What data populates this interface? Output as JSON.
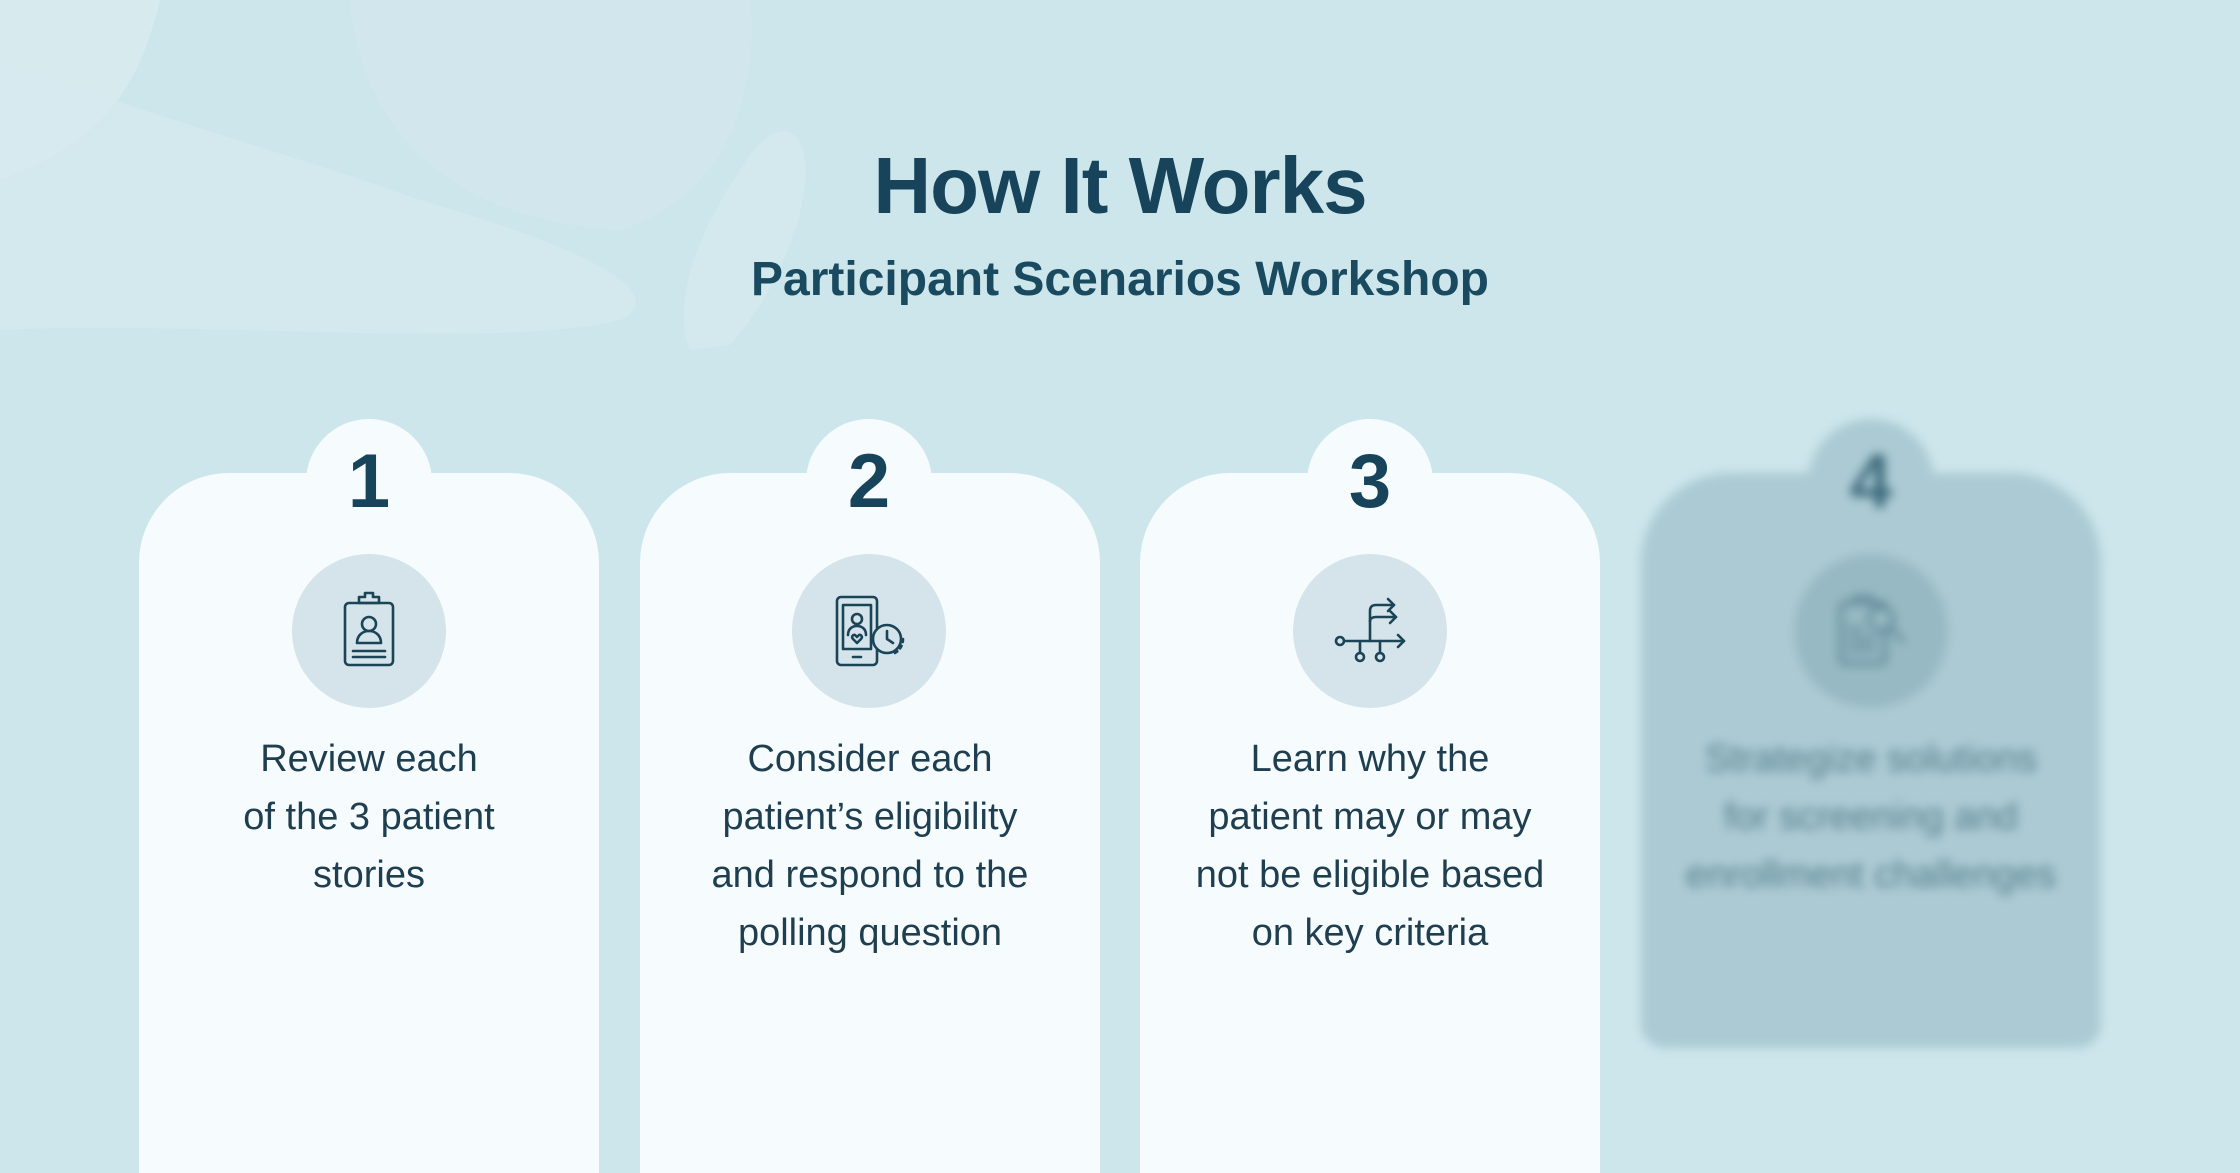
{
  "header": {
    "title": "How It Works",
    "subtitle": "Participant Scenarios Workshop"
  },
  "steps": [
    {
      "number": "1",
      "icon": "clipboard-patient-icon",
      "lines": [
        "Review each",
        "of the 3 patient",
        "stories"
      ]
    },
    {
      "number": "2",
      "icon": "tablet-clock-icon",
      "lines": [
        "Consider each",
        "patient’s eligibility",
        "and respond to the",
        "polling question"
      ]
    },
    {
      "number": "3",
      "icon": "branching-paths-icon",
      "lines": [
        "Learn why the",
        "patient may or may",
        "not be eligible based",
        "on key criteria"
      ]
    },
    {
      "number": "4",
      "icon": "document-search-icon",
      "lines": [
        "Strategize solutions",
        "for screening and",
        "enrollment challenges"
      ]
    }
  ],
  "colors": {
    "background": "#cde6ec",
    "card": "#f6fcfd",
    "card_dimmed": "#abcad3",
    "text_dark": "#17445a",
    "icon_circle": "#d4e4ea"
  }
}
